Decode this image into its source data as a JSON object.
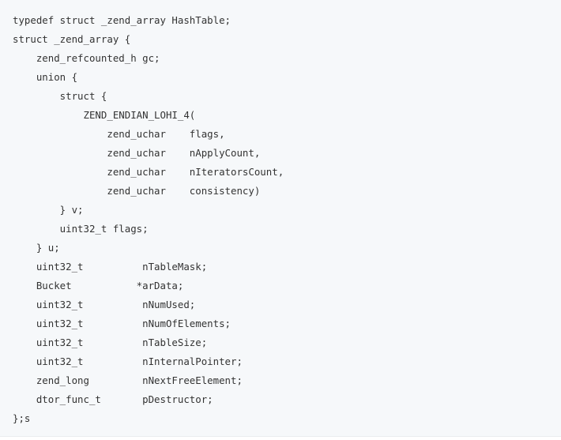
{
  "code": {
    "lines": [
      "typedef struct _zend_array HashTable;",
      "struct _zend_array {",
      "    zend_refcounted_h gc;",
      "    union {",
      "        struct {",
      "            ZEND_ENDIAN_LOHI_4(",
      "                zend_uchar    flags,",
      "                zend_uchar    nApplyCount,",
      "                zend_uchar    nIteratorsCount,",
      "                zend_uchar    consistency)",
      "        } v;",
      "        uint32_t flags;",
      "    } u;",
      "    uint32_t          nTableMask;",
      "    Bucket           *arData;",
      "    uint32_t          nNumUsed;",
      "    uint32_t          nNumOfElements;",
      "    uint32_t          nTableSize;",
      "    uint32_t          nInternalPointer;",
      "    zend_long         nNextFreeElement;",
      "    dtor_func_t       pDestructor;",
      "};s"
    ]
  }
}
